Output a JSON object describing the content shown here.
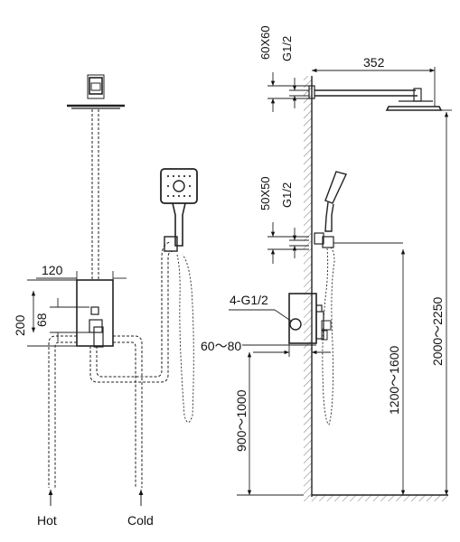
{
  "front_view": {
    "dim_width": "120",
    "dim_height_outer": "200",
    "dim_height_inner": "68",
    "label_hot": "Hot",
    "label_cold": "Cold"
  },
  "side_view": {
    "top_arm_length": "352",
    "top_plate_size": "60X60",
    "top_thread": "G1/2",
    "mid_plate_size": "50X50",
    "mid_thread": "G1/2",
    "inlet_threads": "4-G1/2",
    "wall_depth": "60～80",
    "valve_height": "900～1000",
    "outlet_height": "1200～1600",
    "shower_height": "2000～2250"
  },
  "icons": [
    "rain-showerhead-icon",
    "hand-shower-icon",
    "diverter-valve-icon",
    "water-inlet-arrow-icon"
  ]
}
